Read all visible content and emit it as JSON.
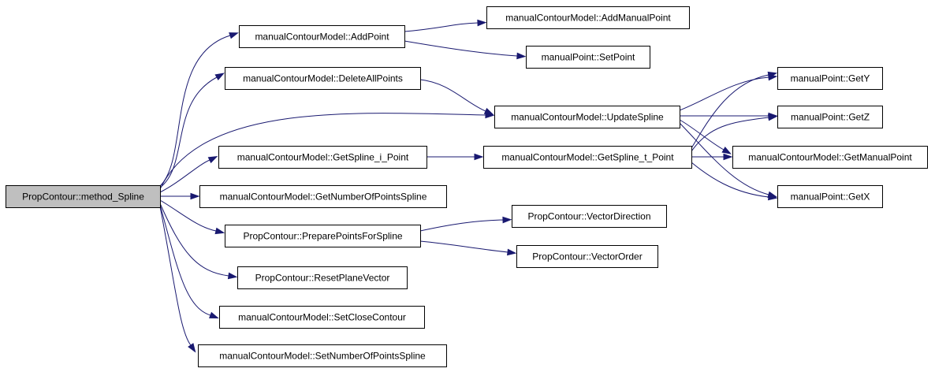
{
  "diagram": {
    "type": "call-graph",
    "colors": {
      "edge": "#191970",
      "root_fill": "#bfbfbf",
      "node_fill": "#ffffff",
      "node_border": "#000000"
    },
    "nodes": [
      {
        "id": "n0",
        "label": "PropContour::method_Spline",
        "root": true
      },
      {
        "id": "n1",
        "label": "manualContourModel::AddPoint"
      },
      {
        "id": "n2",
        "label": "manualContourModel::AddManualPoint"
      },
      {
        "id": "n3",
        "label": "manualPoint::SetPoint"
      },
      {
        "id": "n4",
        "label": "manualContourModel::DeleteAllPoints"
      },
      {
        "id": "n5",
        "label": "manualContourModel::UpdateSpline"
      },
      {
        "id": "n6",
        "label": "manualPoint::GetY"
      },
      {
        "id": "n7",
        "label": "manualPoint::GetZ"
      },
      {
        "id": "n8",
        "label": "manualContourModel::GetManualPoint"
      },
      {
        "id": "n9",
        "label": "manualPoint::GetX"
      },
      {
        "id": "n10",
        "label": "manualContourModel::GetSpline_i_Point"
      },
      {
        "id": "n11",
        "label": "manualContourModel::GetSpline_t_Point"
      },
      {
        "id": "n12",
        "label": "manualContourModel::GetNumberOfPointsSpline"
      },
      {
        "id": "n13",
        "label": "PropContour::PreparePointsForSpline"
      },
      {
        "id": "n14",
        "label": "PropContour::VectorDirection"
      },
      {
        "id": "n15",
        "label": "PropContour::VectorOrder"
      },
      {
        "id": "n16",
        "label": "PropContour::ResetPlaneVector"
      },
      {
        "id": "n17",
        "label": "manualContourModel::SetCloseContour"
      },
      {
        "id": "n18",
        "label": "manualContourModel::SetNumberOfPointsSpline"
      }
    ],
    "edges": [
      {
        "from": "n0",
        "to": "n1"
      },
      {
        "from": "n0",
        "to": "n4"
      },
      {
        "from": "n0",
        "to": "n5"
      },
      {
        "from": "n0",
        "to": "n10"
      },
      {
        "from": "n0",
        "to": "n12"
      },
      {
        "from": "n0",
        "to": "n13"
      },
      {
        "from": "n0",
        "to": "n16"
      },
      {
        "from": "n0",
        "to": "n17"
      },
      {
        "from": "n0",
        "to": "n18"
      },
      {
        "from": "n1",
        "to": "n2"
      },
      {
        "from": "n1",
        "to": "n3"
      },
      {
        "from": "n4",
        "to": "n5"
      },
      {
        "from": "n5",
        "to": "n6"
      },
      {
        "from": "n5",
        "to": "n7"
      },
      {
        "from": "n5",
        "to": "n8"
      },
      {
        "from": "n5",
        "to": "n9"
      },
      {
        "from": "n10",
        "to": "n11"
      },
      {
        "from": "n11",
        "to": "n6"
      },
      {
        "from": "n11",
        "to": "n7"
      },
      {
        "from": "n11",
        "to": "n8"
      },
      {
        "from": "n11",
        "to": "n9"
      },
      {
        "from": "n13",
        "to": "n14"
      },
      {
        "from": "n13",
        "to": "n15"
      }
    ]
  }
}
